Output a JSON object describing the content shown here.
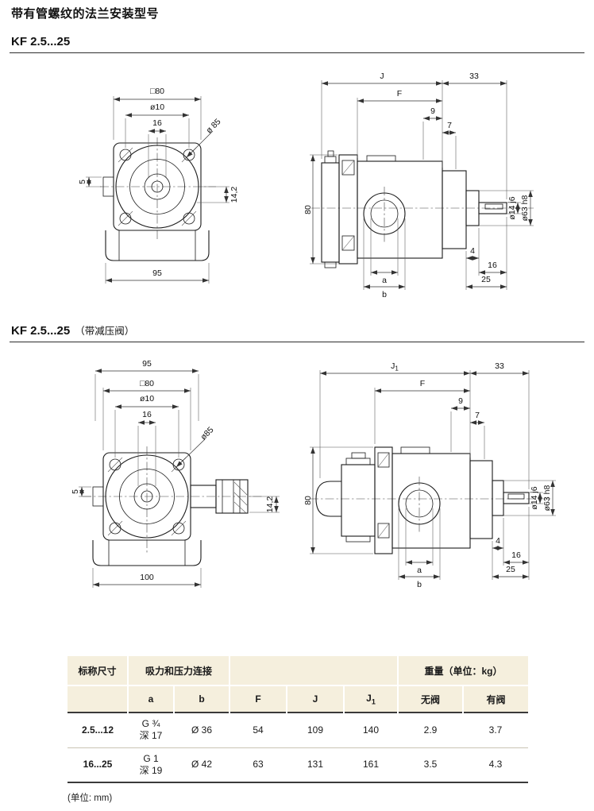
{
  "page": {
    "title": "带有管螺纹的法兰安装型号",
    "unit_note": "(单位: mm)"
  },
  "sections": {
    "s1_heading": "KF 2.5...25",
    "s2_heading": "KF 2.5...25",
    "s2_suffix": "（带减压阀）"
  },
  "drawings": {
    "front1": {
      "sq80": "□80",
      "d10": "ø10",
      "n16": "16",
      "d85": "ø 85",
      "n142": "14,2",
      "n5": "5",
      "n95": "95"
    },
    "side1": {
      "J": "J",
      "n33": "33",
      "F": "F",
      "n9": "9",
      "n7": "7",
      "n80": "80",
      "d14": "ø14 j6",
      "d63": "ø63 h8",
      "n4": "4",
      "n16": "16",
      "n25": "25",
      "a": "a",
      "b": "b"
    },
    "front2": {
      "n95": "95",
      "sq80": "□80",
      "d10": "ø10",
      "n16": "16",
      "d85": "ø85",
      "n142": "14,2",
      "n5": "5",
      "n100": "100"
    },
    "side2": {
      "J1_base": "J",
      "J1_sub": "1",
      "n33": "33",
      "F": "F",
      "n9": "9",
      "n7": "7",
      "n80": "80",
      "d14": "ø14 j6",
      "d63": "ø63 h8",
      "n4": "4",
      "n16": "16",
      "n25": "25",
      "a": "a",
      "b": "b"
    }
  },
  "table": {
    "header": {
      "nominal_size": "标称尺寸",
      "suction_pressure": "吸力和压力连接",
      "weight": "重量（单位：kg）",
      "col_a": "a",
      "col_b": "b",
      "col_F": "F",
      "col_J": "J",
      "col_J1_base": "J",
      "col_J1_sub": "1",
      "no_valve": "无阀",
      "with_valve": "有阀"
    },
    "rows": [
      {
        "size": "2.5...12",
        "a_line1": "G ¾",
        "a_line2": "深 17",
        "b": "Ø 36",
        "F": "54",
        "J": "109",
        "J1": "140",
        "no_valve": "2.9",
        "with_valve": "3.7"
      },
      {
        "size": "16...25",
        "a_line1": "G 1",
        "a_line2": "深 19",
        "b": "Ø 42",
        "F": "63",
        "J": "131",
        "J1": "161",
        "no_valve": "3.5",
        "with_valve": "4.3"
      }
    ]
  }
}
